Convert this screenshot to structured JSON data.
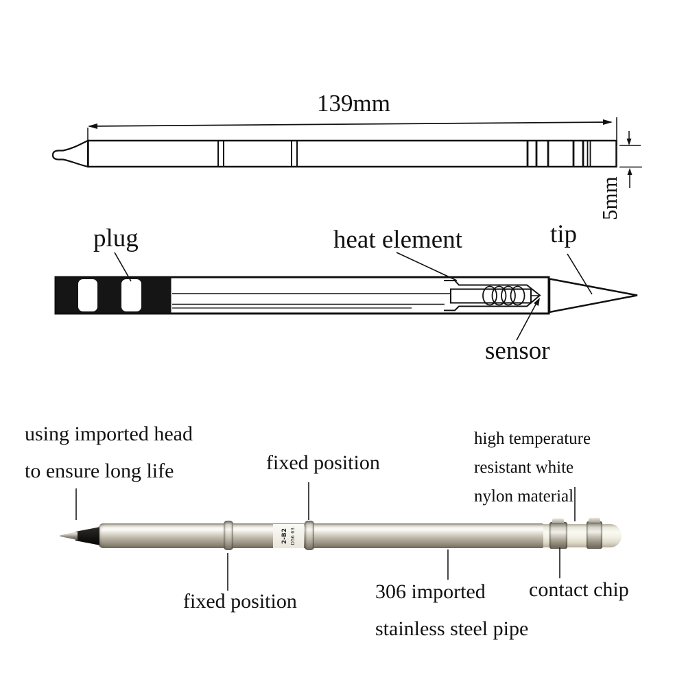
{
  "dimensions": {
    "length": "139mm",
    "diameter": "5mm"
  },
  "cross_section": {
    "plug": "plug",
    "heat_element": "heat element",
    "tip": "tip",
    "sensor": "sensor"
  },
  "photo_callouts": {
    "head_line1": "using imported head",
    "head_line2": "to ensure long life",
    "fixed_position_top": "fixed position",
    "nylon_line1": "high temperature",
    "nylon_line2": "resistant white",
    "nylon_line3": "nylon material",
    "fixed_position_bottom": "fixed position",
    "pipe_line1": "306 imported",
    "pipe_line2": "stainless steel pipe",
    "contact_chip": "contact chip"
  },
  "pipe_sticker": {
    "line1": "2-B2",
    "line2": "D56 63"
  },
  "colors": {
    "ink": "#111111",
    "background": "#ffffff",
    "steel_highlight": "#fdfcf9",
    "steel_shadow": "#6e6a5e",
    "black_cone": "#141311",
    "nylon_white": "#fbfaf3"
  }
}
